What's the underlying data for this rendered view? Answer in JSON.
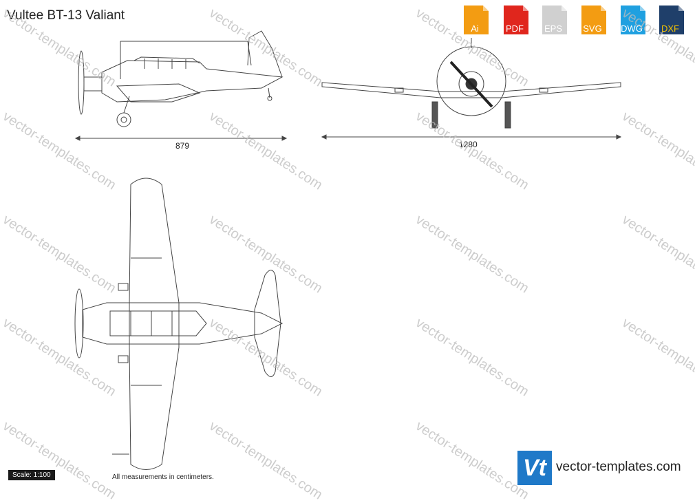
{
  "title": "Vultee BT-13 Valiant",
  "formats": [
    {
      "label": "Ai",
      "color": "#f39c12"
    },
    {
      "label": "PDF",
      "color": "#e0261d"
    },
    {
      "label": "EPS",
      "color": "#d0d0d0"
    },
    {
      "label": "SVG",
      "color": "#f39c12"
    },
    {
      "label": "DWG",
      "color": "#1fa0e0"
    },
    {
      "label": "DXF",
      "color": "#1f3f6a"
    }
  ],
  "dimensions": {
    "side_length": "879",
    "wingspan": "1280"
  },
  "watermark": "vector-templates.com",
  "scale": "Scale: 1:100",
  "note": "All measurements in centimeters.",
  "brand": {
    "logo": "Vt",
    "site": "vector-templates.com"
  }
}
